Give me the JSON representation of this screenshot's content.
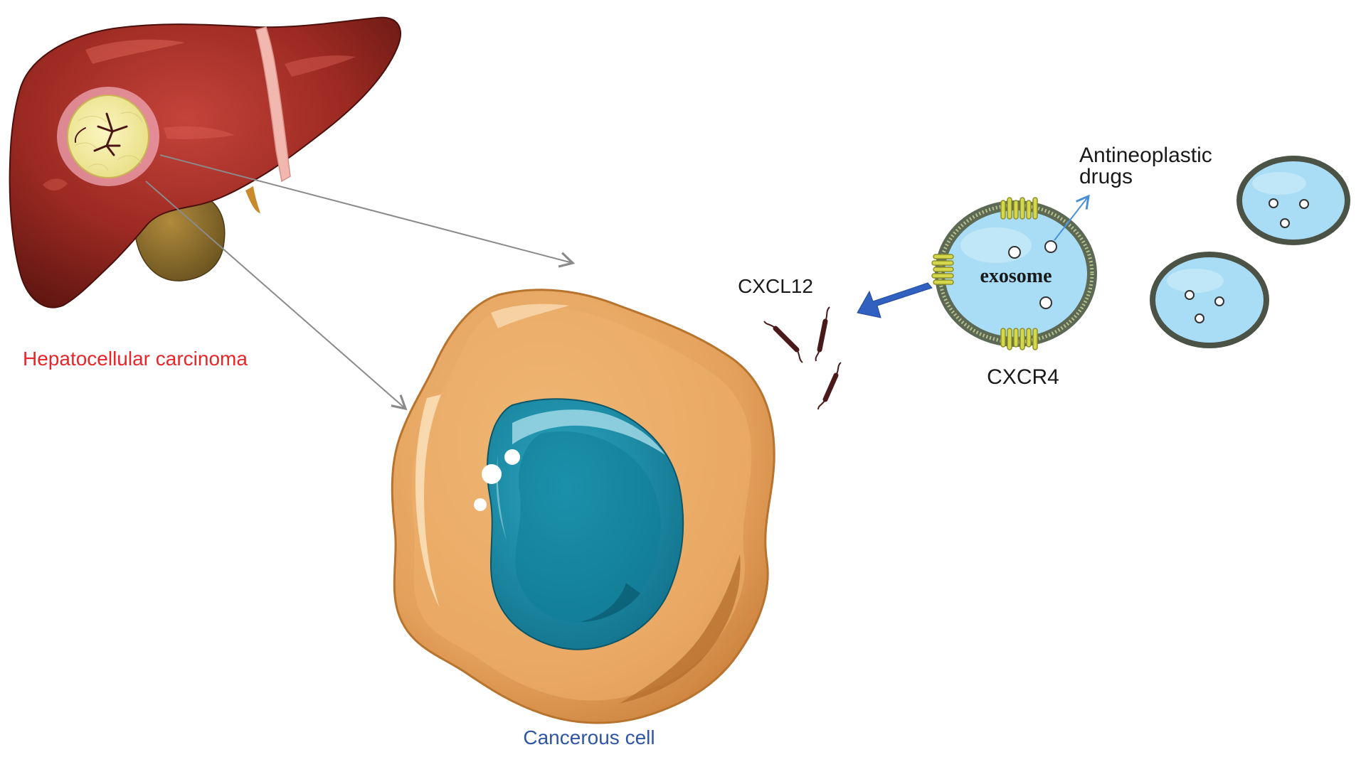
{
  "labels": {
    "hcc": "Hepatocellular carcinoma",
    "cancer_cell": "Cancerous cell",
    "cxcl12": "CXCL12",
    "cxcr4": "CXCR4",
    "exosome": "exosome",
    "drugs_line1": "Antineoplastic",
    "drugs_line2": "drugs"
  },
  "colors": {
    "hcc_label": "#e8262a",
    "cancer_cell_label": "#2f56a6",
    "text_dark": "#1a1a1a",
    "liver": "#9b2a22",
    "cell_cytoplasm": "#e9a562",
    "nucleus": "#1f93ad",
    "exosome_fill": "#a9dcf5",
    "exosome_ring": "#5c6a55",
    "receptor": "#d4d84a",
    "big_arrow": "#3060c0",
    "thin_arrow": "#8a8a8a",
    "drug_arrow": "#4a90d9"
  }
}
